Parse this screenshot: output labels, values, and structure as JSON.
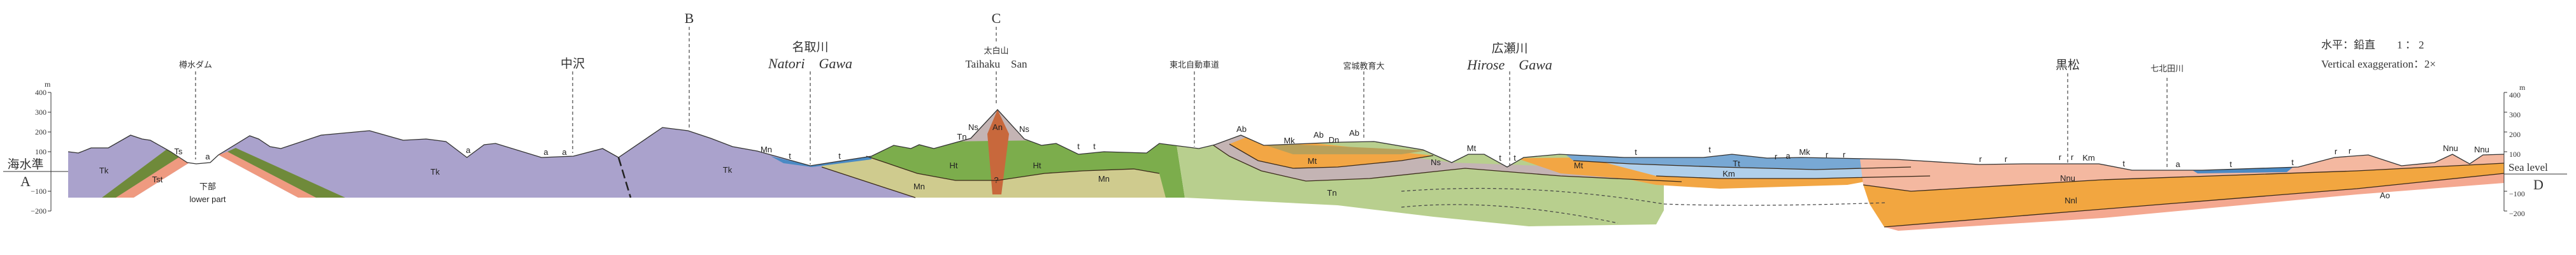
{
  "colors": {
    "Tk": "#aaa2cc",
    "Ts": "#6f8a3a",
    "Tst": "#ef9a80",
    "Ht": "#7cad4c",
    "Mn": "#cfcb8e",
    "An": "#c8683c",
    "Ns": "#c4b4b4",
    "Tn": "#b8cf8e",
    "Mt": "#f2a644",
    "Mk": "#b8a05a",
    "t": "#4a8ac4",
    "Tt": "#78a8d4",
    "Km": "#b0cfea",
    "Nnu": "#f4b8a0",
    "Nnl": "#f2a640",
    "Ao": "#f4a890"
  },
  "left_axis": {
    "unit": "m",
    "ticks": [
      "400",
      "300",
      "200",
      "100",
      "−100",
      "−200"
    ],
    "sea_level_label": "海水準",
    "end_label": "A"
  },
  "right_axis": {
    "unit": "m",
    "ticks": [
      "400",
      "300",
      "200",
      "100",
      "−100",
      "−200"
    ],
    "sea_level_label": "Sea level",
    "end_label": "D"
  },
  "scale_note": {
    "jp": "水平：鉛直　　1 ： 2",
    "en": "Vertical exaggeration：2×"
  },
  "section_points": [
    "B",
    "C"
  ],
  "landmarks": {
    "tarumizu_dam": "樽水ダム",
    "nakazawa": "中沢",
    "natori_jp": "名取川",
    "natori_en": "Natori　Gawa",
    "taihaku_jp": "太白山",
    "taihaku_en": "Taihaku　San",
    "tohoku_expressway": "東北自動車道",
    "miyagi_univ": "宮城教育大",
    "hirose_jp": "広瀬川",
    "hirose_en": "Hirose　Gawa",
    "kuromatsu": "黒松",
    "nanakita": "七北田川"
  },
  "lower_part": {
    "jp": "下部",
    "en": "lower part"
  },
  "formation_labels": [
    "Tk",
    "Ts",
    "a",
    "Tst",
    "Tk",
    "a",
    "a",
    "a",
    "Tk",
    "Mn",
    "t",
    "t",
    "Ns",
    "An",
    "Ns",
    "Tn",
    "Ht",
    "Ht",
    "?",
    "Mn",
    "t",
    "t",
    "Mn",
    "Ab",
    "Mk",
    "Ab",
    "Dn",
    "Ab",
    "Mt",
    "Ns",
    "Mt",
    "t",
    "t",
    "Mt",
    "t",
    "Tn",
    "t",
    "Tt",
    "Km",
    "r",
    "a",
    "Mk",
    "r",
    "r",
    "r",
    "r",
    "r",
    "r",
    "Km",
    "Nnu",
    "Nnl",
    "t",
    "a",
    "t",
    "t",
    "r",
    "r",
    "Nnu",
    "Nnu",
    "Ao"
  ]
}
